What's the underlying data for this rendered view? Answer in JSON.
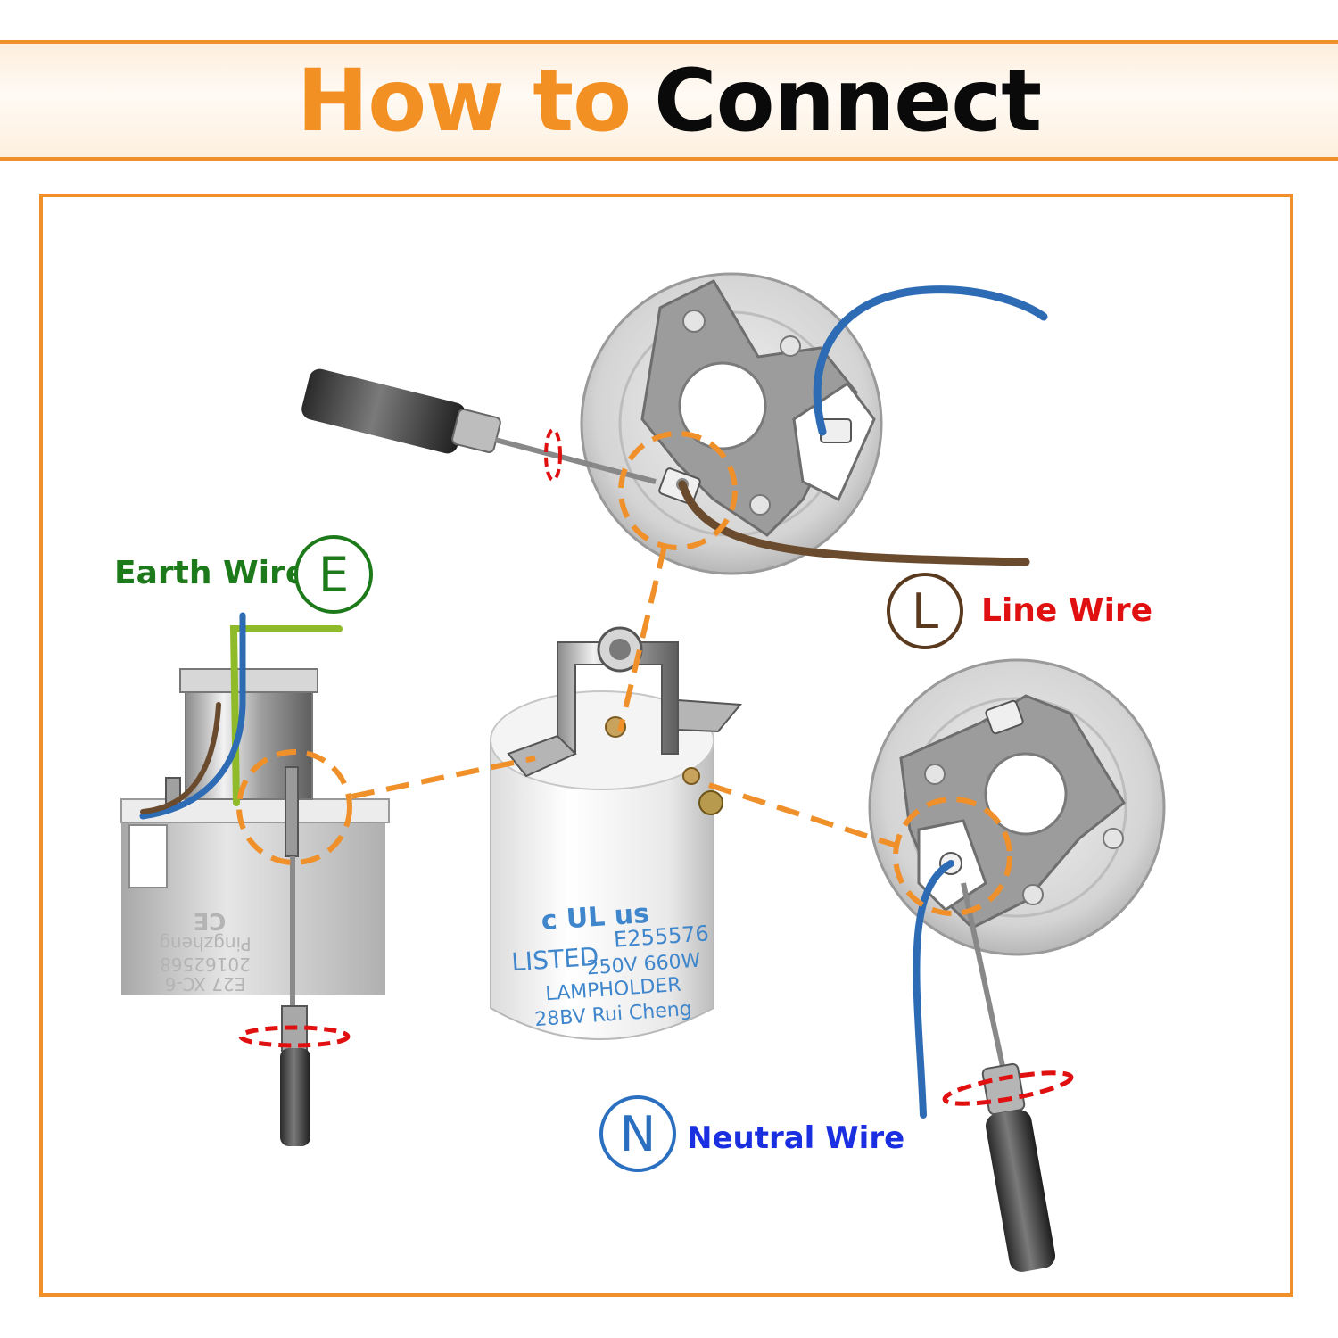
{
  "header": {
    "title_part1": "How to",
    "title_part2": "Connect"
  },
  "colors": {
    "accent": "#f0902a",
    "earth": "#1d7a1a",
    "line": "#e01010",
    "line_symbol": "#5a3a1e",
    "neutral": "#1a2fe0",
    "neutral_symbol": "#2a6fc0"
  },
  "labels": {
    "earth": {
      "symbol": "E",
      "text": "Earth Wire"
    },
    "line": {
      "symbol": "L",
      "text": "Line Wire"
    },
    "neutral": {
      "symbol": "N",
      "text": "Neutral Wire"
    }
  },
  "lampholder": {
    "mark": "c UL us",
    "cert_no": "E255576",
    "listed": "LISTED",
    "rating": "250V 660W",
    "name": "LAMPHOLDER",
    "model": "28BV Rui Cheng"
  },
  "housing_marks": {
    "ce": "CE",
    "brand": "Pingzheng",
    "date": "20162568",
    "model": "E27 XC-6"
  }
}
